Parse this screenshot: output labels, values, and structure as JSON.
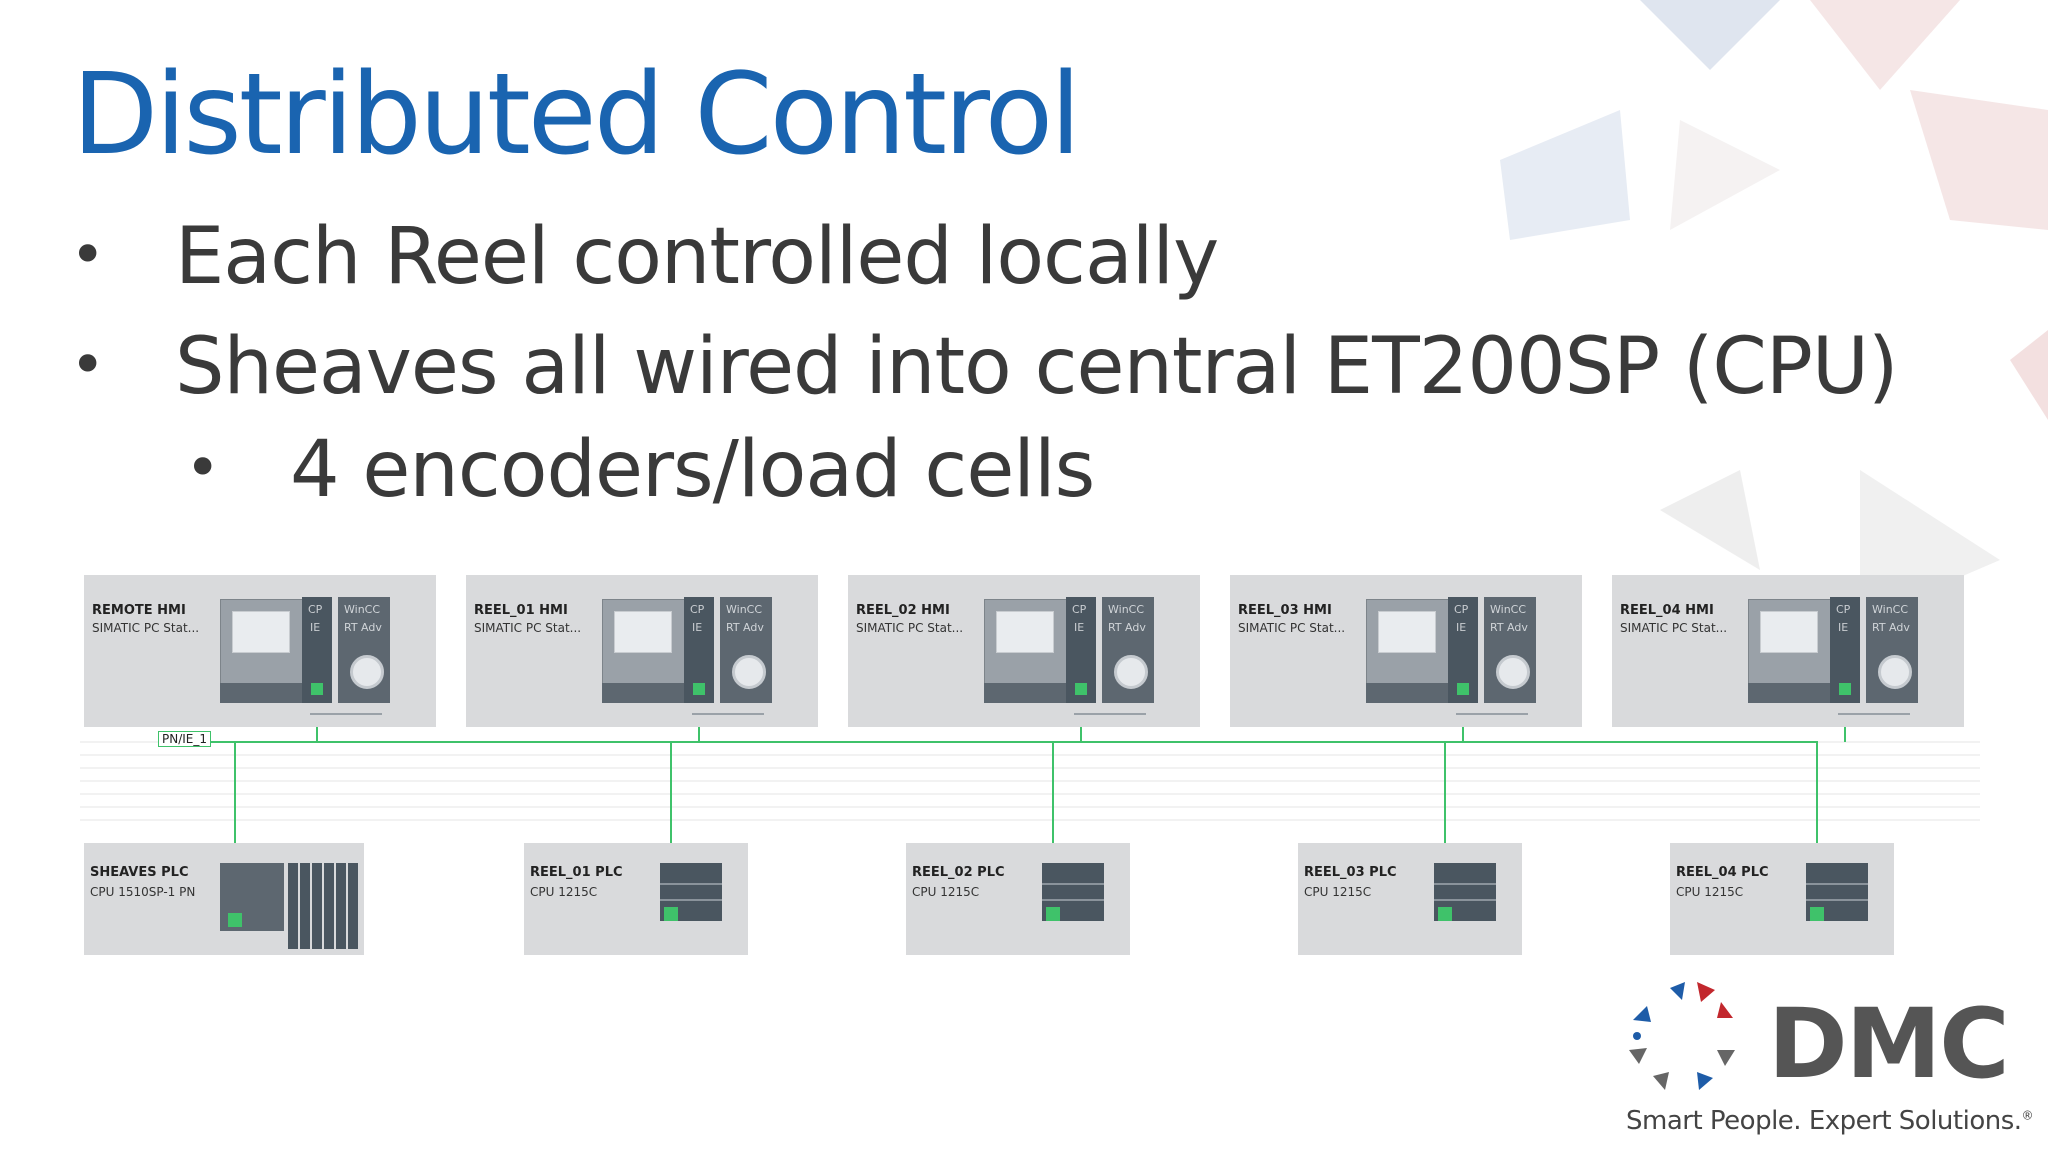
{
  "slide": {
    "title": "Distributed Control",
    "bullets": [
      "Each Reel controlled locally",
      "Sheaves all wired into central ET200SP (CPU)"
    ],
    "sub_bullets": [
      "4 encoders/load cells"
    ],
    "bullet_glyph": "•"
  },
  "network": {
    "label": "PN/IE_1",
    "line_color": "#3fc26a",
    "hmis": [
      {
        "name": "REMOTE HMI",
        "type": "SIMATIC PC Stat...",
        "cp": "CP",
        "ie": "IE",
        "wincc": "WinCC",
        "rt": "RT Adv"
      },
      {
        "name": "REEL_01 HMI",
        "type": "SIMATIC PC Stat...",
        "cp": "CP",
        "ie": "IE",
        "wincc": "WinCC",
        "rt": "RT Adv"
      },
      {
        "name": "REEL_02 HMI",
        "type": "SIMATIC PC Stat...",
        "cp": "CP",
        "ie": "IE",
        "wincc": "WinCC",
        "rt": "RT Adv"
      },
      {
        "name": "REEL_03 HMI",
        "type": "SIMATIC PC Stat...",
        "cp": "CP",
        "ie": "IE",
        "wincc": "WinCC",
        "rt": "RT Adv"
      },
      {
        "name": "REEL_04 HMI",
        "type": "SIMATIC PC Stat...",
        "cp": "CP",
        "ie": "IE",
        "wincc": "WinCC",
        "rt": "RT Adv"
      }
    ],
    "plcs": [
      {
        "name": "SHEAVES PLC",
        "type": "CPU 1510SP-1 PN"
      },
      {
        "name": "REEL_01 PLC",
        "type": "CPU 1215C"
      },
      {
        "name": "REEL_02 PLC",
        "type": "CPU 1215C"
      },
      {
        "name": "REEL_03 PLC",
        "type": "CPU 1215C"
      },
      {
        "name": "REEL_04 PLC",
        "type": "CPU 1215C"
      }
    ]
  },
  "logo": {
    "brand": "DMC",
    "tagline": "Smart People. Expert Solutions.",
    "registered": "®",
    "colors": {
      "blue": "#1e5ca8",
      "red": "#c2272d",
      "gray": "#666666"
    }
  }
}
